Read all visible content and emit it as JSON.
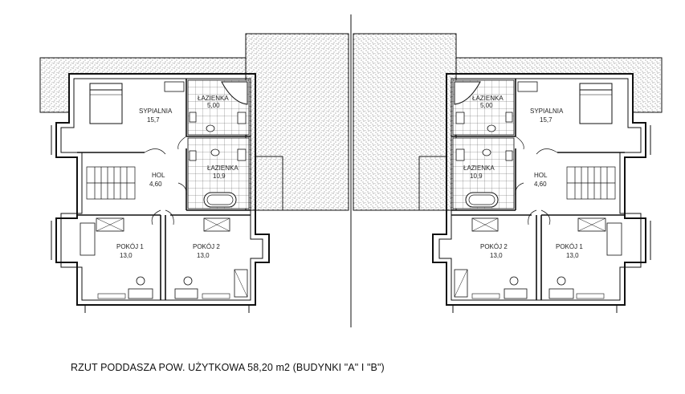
{
  "caption": "RZUT PODDASZA POW. UŻYTKOWA 58,20 m2 (BUDYNKI \"A\" I \"B\")",
  "rooms_left": [
    {
      "key": "sypialnia",
      "name": "SYPIALNIA",
      "area": "15,7"
    },
    {
      "key": "lazienka1",
      "name": "ŁAZIENKA",
      "area": "5,00"
    },
    {
      "key": "lazienka2",
      "name": "ŁAZIENKA",
      "area": "10,9"
    },
    {
      "key": "hol",
      "name": "HOL",
      "area": "4,60"
    },
    {
      "key": "pokoj1",
      "name": "POKÓJ 1",
      "area": "13,0"
    },
    {
      "key": "pokoj2",
      "name": "POKÓJ 2",
      "area": "13,0"
    }
  ],
  "rooms_right": [
    {
      "key": "sypialnia",
      "name": "SYPIALNIA",
      "area": "15,7"
    },
    {
      "key": "lazienka1",
      "name": "ŁAZIENKA",
      "area": "5,00"
    },
    {
      "key": "lazienka2",
      "name": "ŁAZIENKA",
      "area": "10,9"
    },
    {
      "key": "hol",
      "name": "HOL",
      "area": "4,60"
    },
    {
      "key": "pokoj1",
      "name": "POKÓJ 1",
      "area": "13,0"
    },
    {
      "key": "pokoj2",
      "name": "POKÓJ 2",
      "area": "13,0"
    }
  ],
  "colors": {
    "line": "#111111",
    "hatch": "#666666",
    "stipple": "#444444"
  }
}
